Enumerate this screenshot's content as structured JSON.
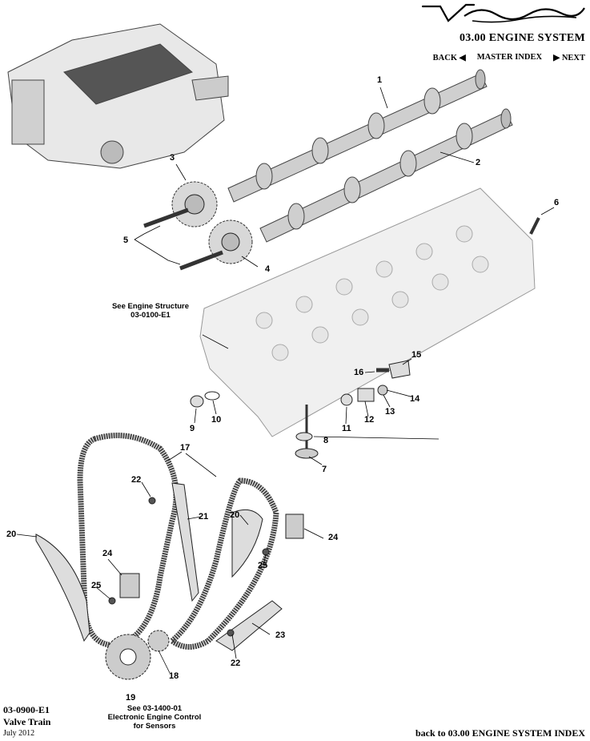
{
  "header": {
    "brand": "Vanquish",
    "section_title": "03.00 ENGINE SYSTEM",
    "nav": {
      "back": "BACK",
      "master_index": "MASTER INDEX",
      "next": "NEXT"
    }
  },
  "callouts": {
    "c1": "1",
    "c2": "2",
    "c3": "3",
    "c4": "4",
    "c5": "5",
    "c6": "6",
    "c7": "7",
    "c8": "8",
    "c9": "9",
    "c10": "10",
    "c11": "11",
    "c12": "12",
    "c13": "13",
    "c14": "14",
    "c15": "15",
    "c16": "16",
    "c17": "17",
    "c18": "18",
    "c19": "19",
    "c20a": "20",
    "c20b": "20",
    "c21": "21",
    "c22a": "22",
    "c22b": "22",
    "c23": "23",
    "c24a": "24",
    "c24b": "24",
    "c25a": "25",
    "c25b": "25"
  },
  "references": {
    "engine_structure_line1": "See Engine Structure",
    "engine_structure_line2": "03-0100-E1",
    "sensors_line1": "See 03-1400-01",
    "sensors_line2": "Electronic Engine Control",
    "sensors_line3": "for Sensors"
  },
  "footer": {
    "code": "03-0900-E1",
    "name": "Valve Train",
    "date": "July 2012",
    "back_link": "back to 03.00 ENGINE SYSTEM INDEX"
  }
}
